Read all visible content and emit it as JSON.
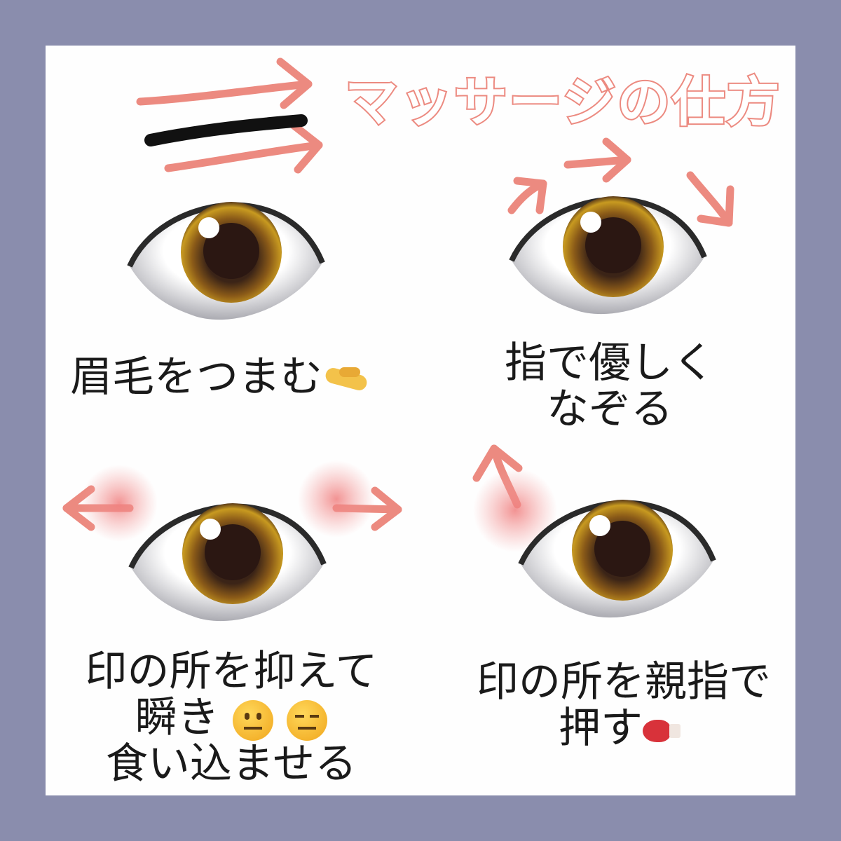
{
  "title": "マッサージの仕方",
  "colors": {
    "background": "#8a8dad",
    "accent": "#ec8a80",
    "panel": "#fefefe"
  },
  "steps": [
    {
      "caption_lines": [
        "眉毛をつまむ"
      ],
      "emoji": "pinching-hand-icon"
    },
    {
      "caption_lines": [
        "指で優しく",
        "なぞる"
      ]
    },
    {
      "caption_lines": [
        "印の所を抑えて",
        "瞬き",
        "食い込ませる"
      ],
      "emoji": [
        "neutral-face-icon",
        "expressionless-face-icon"
      ]
    },
    {
      "caption_lines": [
        "印の所を親指で",
        "押す"
      ],
      "emoji": "boxing-glove-icon"
    }
  ]
}
